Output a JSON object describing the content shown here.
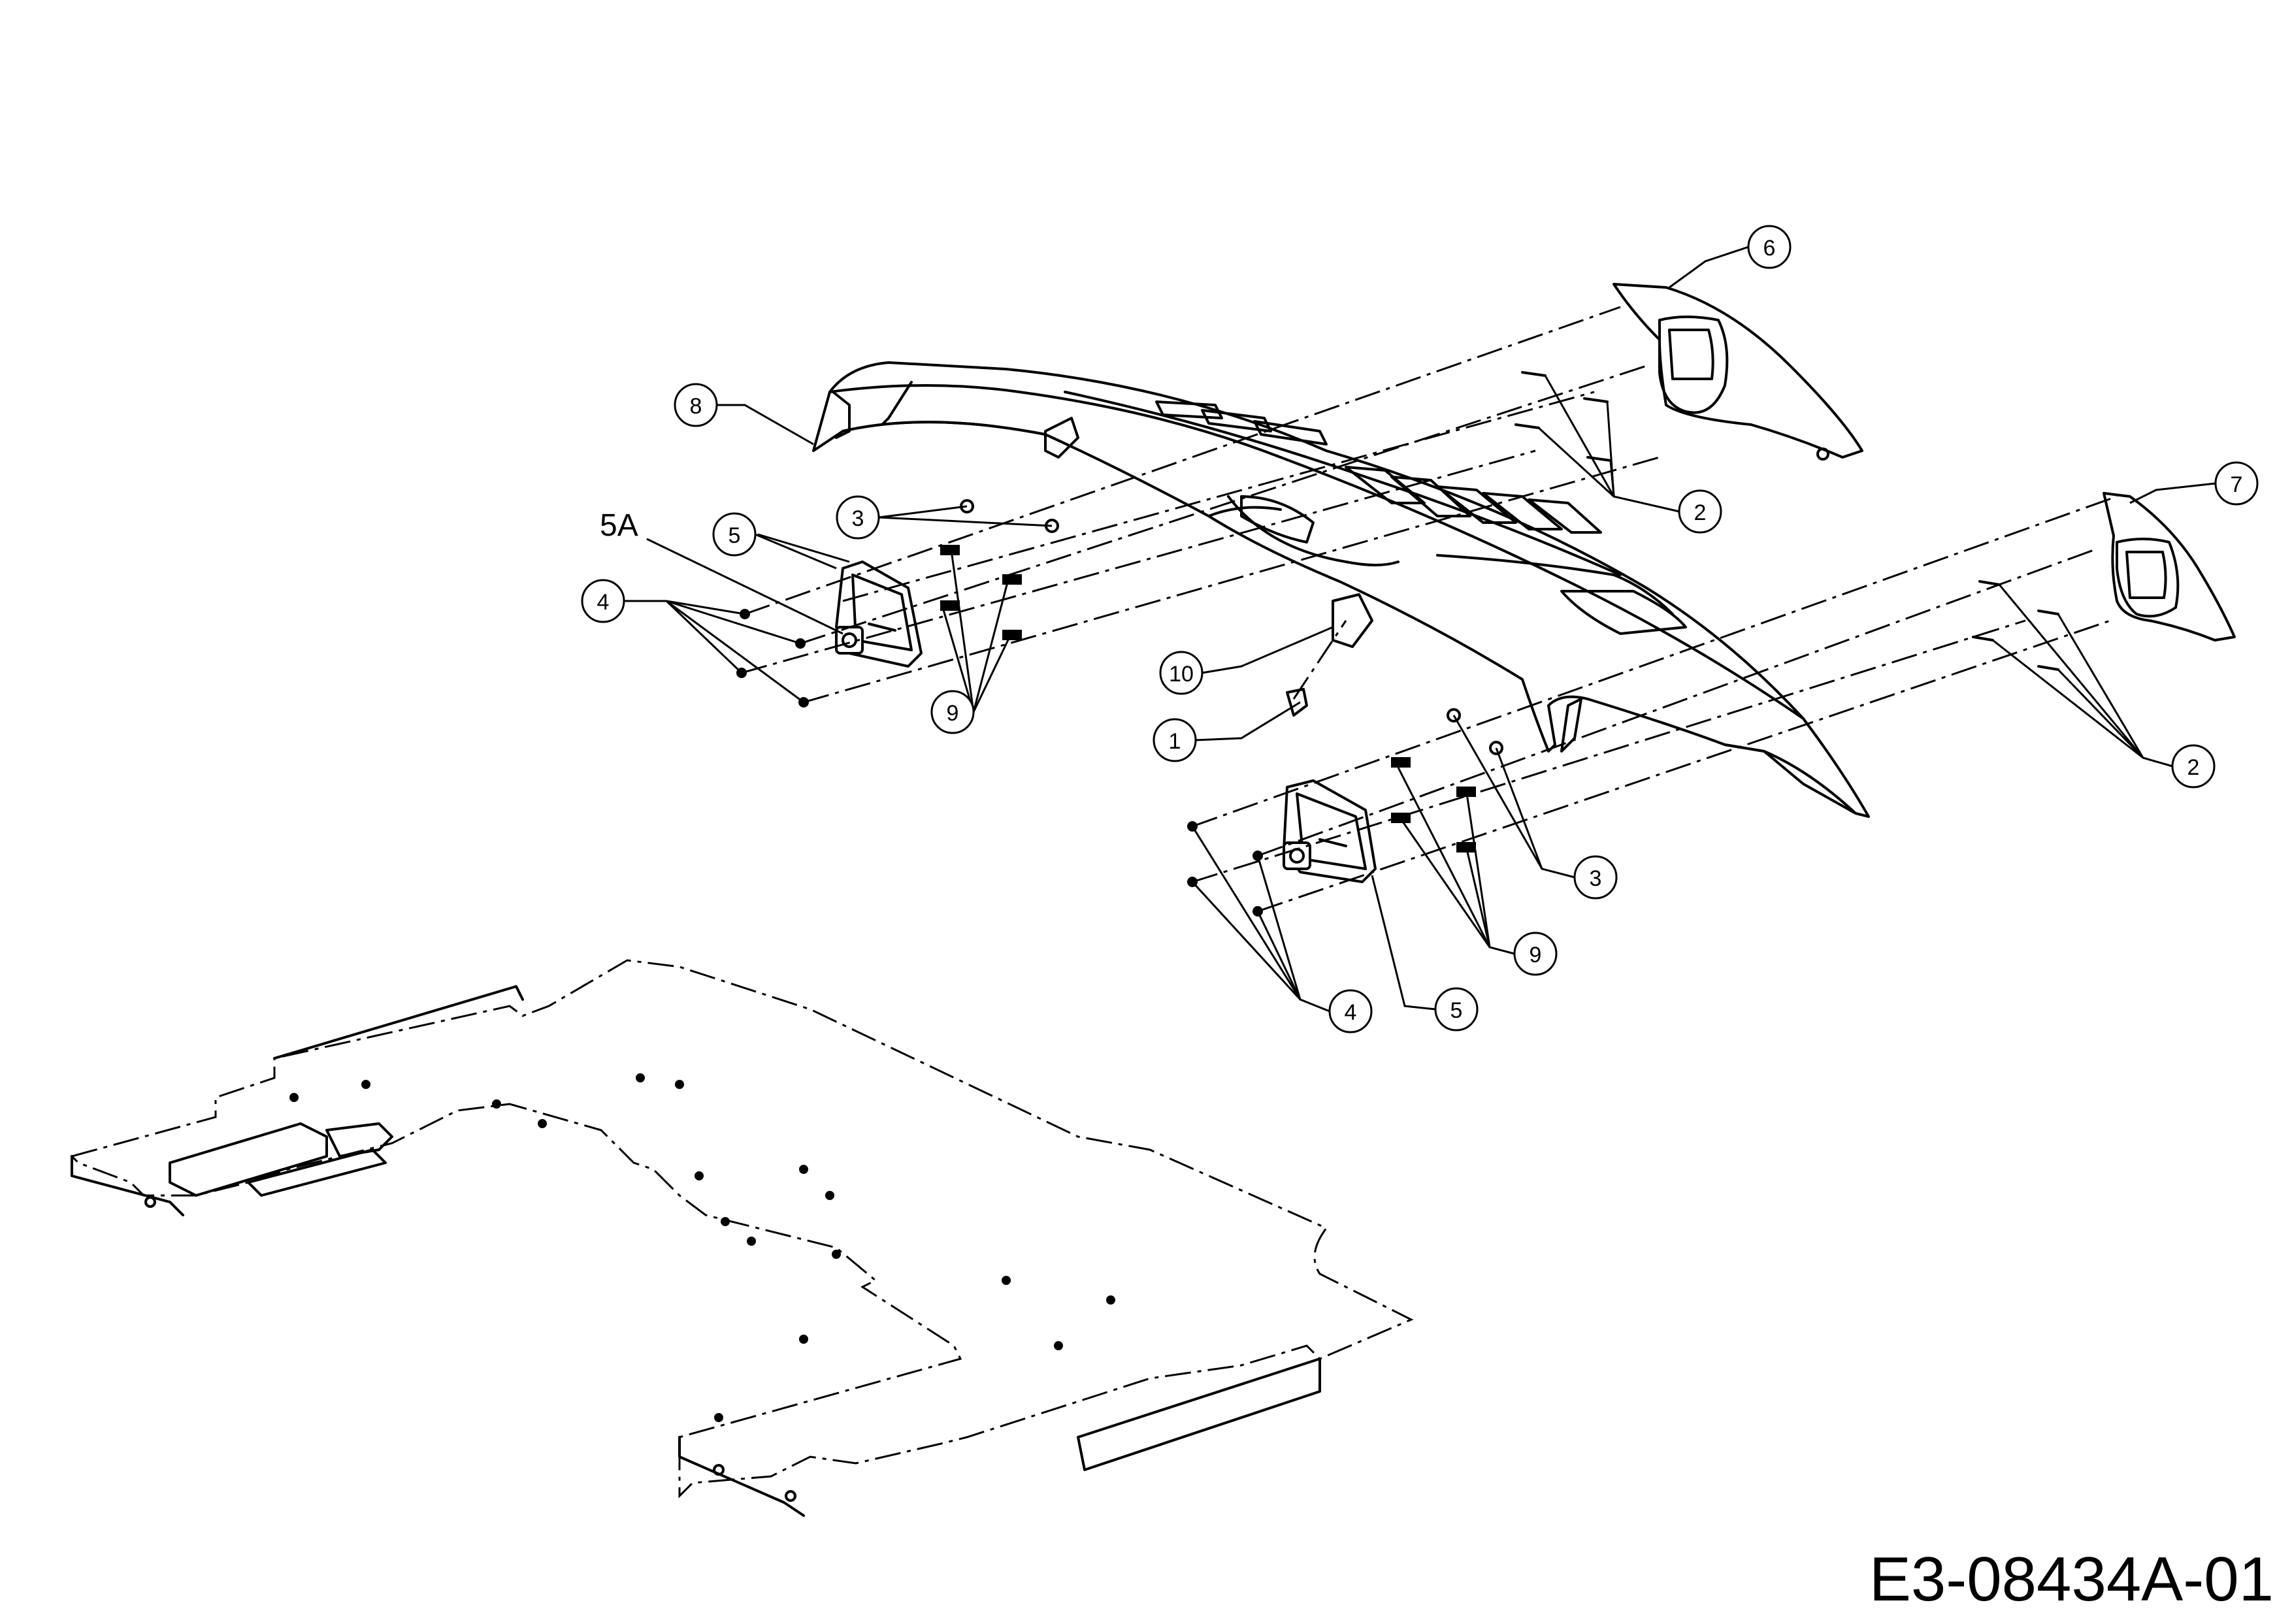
{
  "diagram": {
    "id_label": "E3-08434A-01",
    "callouts": [
      {
        "key": "c8",
        "text": "8"
      },
      {
        "key": "c6",
        "text": "6"
      },
      {
        "key": "c7",
        "text": "7"
      },
      {
        "key": "c3a",
        "text": "3"
      },
      {
        "key": "c5a",
        "text": "5"
      },
      {
        "key": "c4a",
        "text": "4"
      },
      {
        "key": "c9a",
        "text": "9"
      },
      {
        "key": "c2a",
        "text": "2"
      },
      {
        "key": "c2b",
        "text": "2"
      },
      {
        "key": "c10",
        "text": "10"
      },
      {
        "key": "c1",
        "text": "1"
      },
      {
        "key": "c3b",
        "text": "3"
      },
      {
        "key": "c9b",
        "text": "9"
      },
      {
        "key": "c4b",
        "text": "4"
      },
      {
        "key": "c5b",
        "text": "5"
      }
    ],
    "plain_labels": {
      "five_a": "5A"
    }
  }
}
